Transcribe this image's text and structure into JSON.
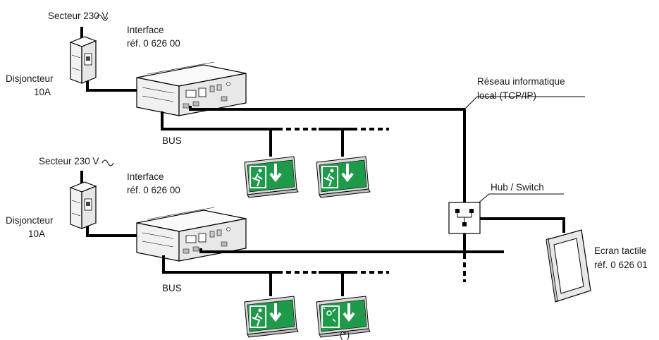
{
  "labels": {
    "mains_top": "Secteur 230 V",
    "interface_top_line1": "Interface",
    "interface_top_line2": "réf. 0 626 00",
    "breaker_top_line1": "Disjoncteur",
    "breaker_top_line2": "10A",
    "bus_top": "BUS",
    "mains_bottom": "Secteur 230 V",
    "interface_bottom_line1": "Interface",
    "interface_bottom_line2": "réf. 0 626 00",
    "breaker_bottom_line1": "Disjoncteur",
    "breaker_bottom_line2": "10A",
    "bus_bottom": "BUS",
    "network_line1": "Réseau informatique",
    "network_line2": "local (TCP/IP)",
    "hub": "Hub / Switch",
    "screen_line1": "Ecran tactile",
    "screen_line2": "réf. 0 626 01",
    "footnote": "(*)"
  },
  "colors": {
    "sign_green": "#1f9a4a",
    "sign_frame": "#d9d9d9",
    "device_fill": "#f4f4f4",
    "line": "#000000"
  },
  "icons": {
    "ac": "sine-wave-icon",
    "sign_exit": "running-man-arrow-icon",
    "sign_pmr": "wheelchair-arrow-icon"
  }
}
